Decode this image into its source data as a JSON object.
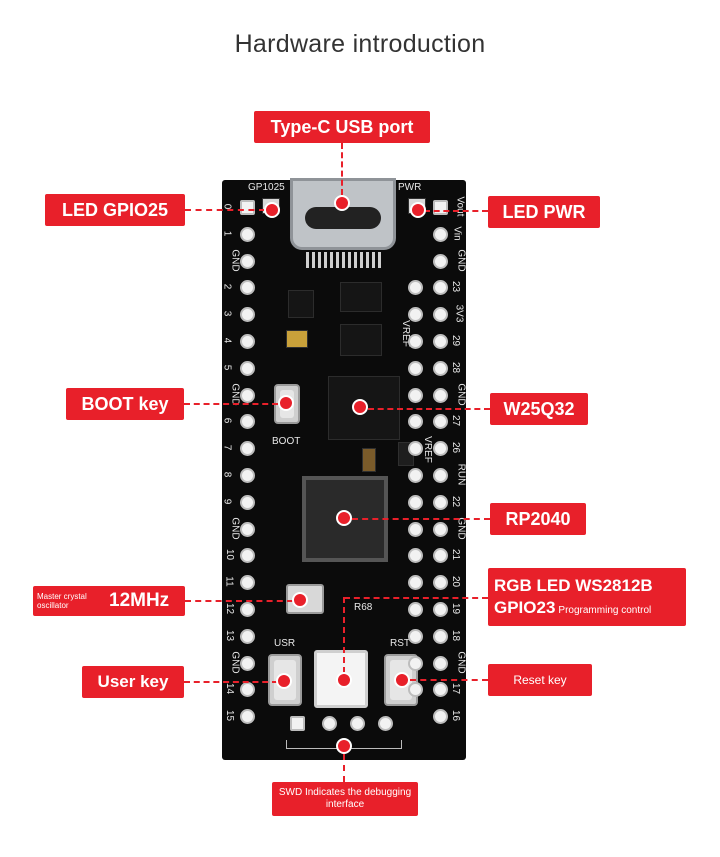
{
  "title": "Hardware introduction",
  "labels": {
    "usb": "Type-C USB port",
    "led_gpio": "LED GPIO25",
    "led_pwr": "LED PWR",
    "boot": "BOOT  key",
    "flash": "W25Q32",
    "mcu": "RP2040",
    "crystal_desc": "Master crystal oscillator",
    "crystal_freq": "12MHz",
    "rgb_line1": "RGB LED WS2812B",
    "rgb_line2_main": "GPIO23",
    "rgb_line2_sub": "Programming control",
    "user_key": "User key",
    "reset_key": "Reset key",
    "swd": "SWD Indicates the debugging interface"
  },
  "silkscreen": {
    "gp1025": "GP1025",
    "pwr": "PWR",
    "boot": "BOOT",
    "usr": "USR",
    "rst": "RST",
    "r68": "R68",
    "vref": "VREF",
    "left_pins": [
      "0",
      "1",
      "GND",
      "2",
      "3",
      "4",
      "5",
      "GND",
      "6",
      "7",
      "8",
      "9",
      "GND",
      "10",
      "11",
      "12",
      "13",
      "GND",
      "14",
      "15"
    ],
    "right_pins": [
      "Vout",
      "Vin",
      "GND",
      "23",
      "3V3",
      "29",
      "28",
      "GND",
      "27",
      "26",
      "RUN",
      "22",
      "GND",
      "21",
      "20",
      "19",
      "18",
      "GND",
      "17",
      "16"
    ]
  },
  "colors": {
    "accent": "#e8202a",
    "board": "#0b0b0b"
  }
}
